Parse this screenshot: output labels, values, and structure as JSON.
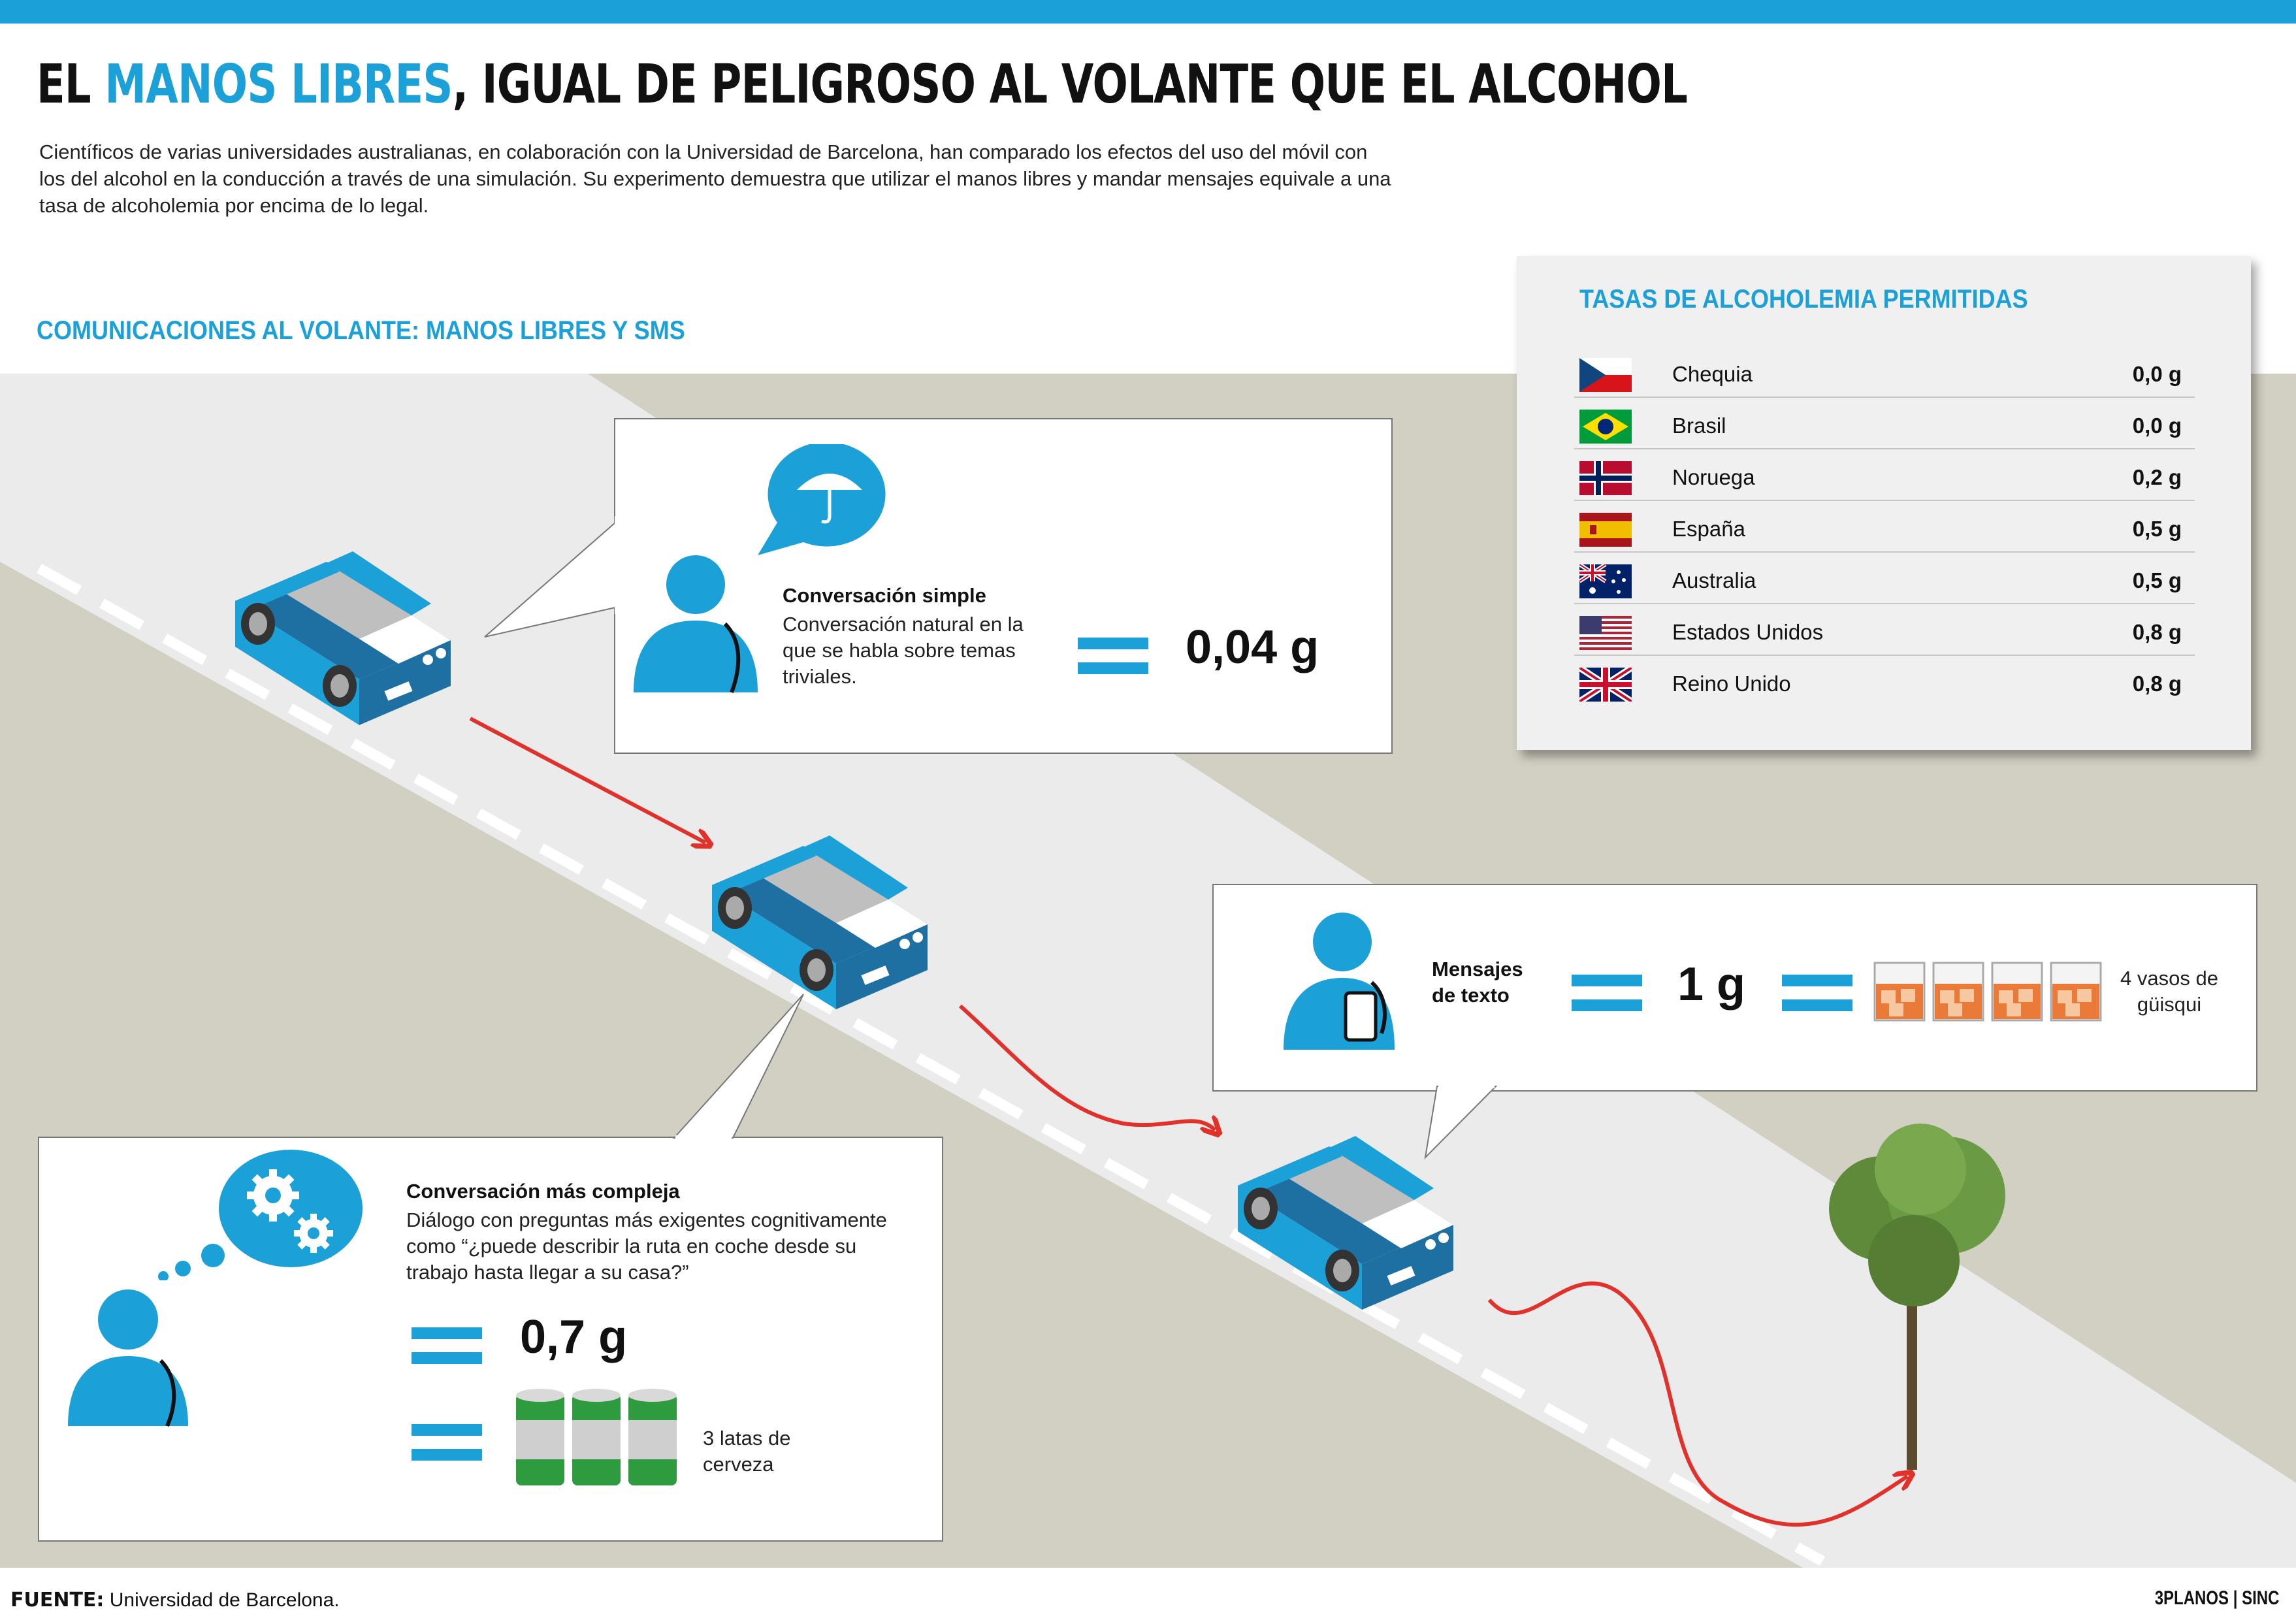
{
  "header": {
    "title_part1": "EL ",
    "title_highlight": "MANOS LIBRES",
    "title_part2": ",  IGUAL DE PELIGROSO AL VOLANTE QUE EL ALCOHOL",
    "intro": "Científicos de varias universidades australianas, en colaboración con la Universidad de Barcelona, han comparado los efectos del uso del móvil con los del alcohol en la conducción a través de una simulación. Su experimento demuestra que utilizar el manos libres y mandar mensajes equivale a una tasa de alcoholemia por encima de lo legal."
  },
  "section_title": "COMUNICACIONES AL VOLANTE: MANOS LIBRES Y SMS",
  "scenarios": {
    "simple": {
      "title": "Conversación simple",
      "desc": "Conversación natural en la que se habla sobre temas triviales.",
      "value": "0,04 g",
      "icon": "umbrella-icon"
    },
    "complex": {
      "title": "Conversación más compleja",
      "desc": "Diálogo con preguntas más exigentes cognitivamente como “¿puede describir la ruta en coche desde su trabajo hasta llegar a su casa?”",
      "value": "0,7 g",
      "equivalent": "3 latas de cerveza",
      "icon": "gears-icon"
    },
    "sms": {
      "title": "Mensajes de texto",
      "value": "1 g",
      "equivalent": "4 vasos de güisqui",
      "icon": "phone-icon"
    }
  },
  "table": {
    "title": "TASAS DE ALCOHOLEMIA PERMITIDAS",
    "rows": [
      {
        "country": "Chequia",
        "value": "0,0 g",
        "flag": "czech-flag"
      },
      {
        "country": "Brasil",
        "value": "0,0 g",
        "flag": "brazil-flag"
      },
      {
        "country": "Noruega",
        "value": "0,2 g",
        "flag": "norway-flag"
      },
      {
        "country": "España",
        "value": "0,5 g",
        "flag": "spain-flag"
      },
      {
        "country": "Australia",
        "value": "0,5 g",
        "flag": "australia-flag"
      },
      {
        "country": "Estados Unidos",
        "value": "0,8 g",
        "flag": "usa-flag"
      },
      {
        "country": "Reino Unido",
        "value": "0,8 g",
        "flag": "uk-flag"
      }
    ]
  },
  "footer": {
    "source_label": "FUENTE:",
    "source_text": " Universidad de Barcelona.",
    "credit": "3PLANOS | SINC"
  },
  "colors": {
    "accent": "#1ba0d8",
    "road": "#e9e9e9",
    "ground": "#d2cfc3",
    "path": "#e0312b",
    "car": "#1ba0d8"
  }
}
